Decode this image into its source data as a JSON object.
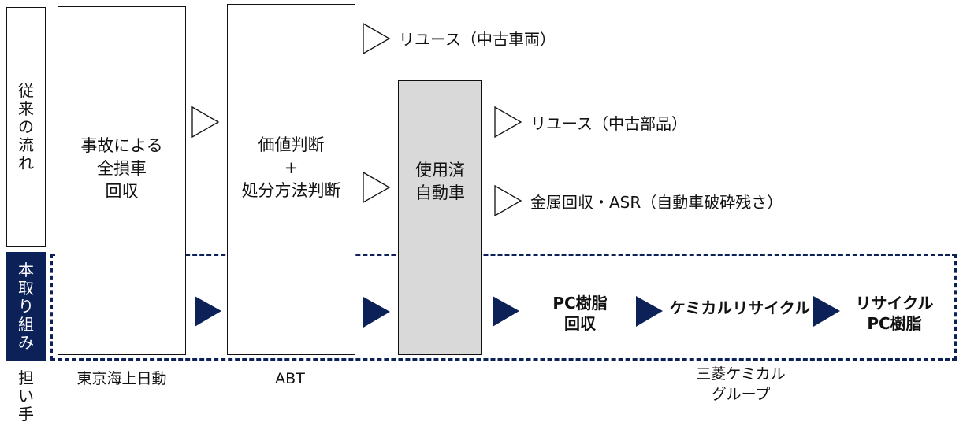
{
  "row_labels": {
    "conventional": [
      "従",
      "来",
      "の",
      "流",
      "れ"
    ],
    "initiative": [
      "本",
      "取",
      "り",
      "組",
      "み"
    ],
    "actor": [
      "担",
      "い",
      "手"
    ]
  },
  "boxes": {
    "accident": "事故による\n全損車\n回収",
    "judgement": "価値判断\n+\n処分方法判断",
    "used_car": "使用済\n自動車"
  },
  "conventional_outputs": {
    "reuse_vehicle": "リユース（中古車両）",
    "reuse_parts": "リユース（中古部品）",
    "metal_asr": "金属回収・ASR（自動車破砕残さ）"
  },
  "initiative_steps": {
    "pc_collection": "PC樹脂\n回収",
    "chemical_recycle": "ケミカルリサイクル",
    "recycled_pc": "リサイクル\nPC樹脂"
  },
  "actors": {
    "tokio_marine": "東京海上日動",
    "abt": "ABT",
    "mitsubishi": "三菱ケミカル\nグループ"
  },
  "colors": {
    "accent": "#0d2159",
    "gray_box": "#d9d9d9"
  }
}
